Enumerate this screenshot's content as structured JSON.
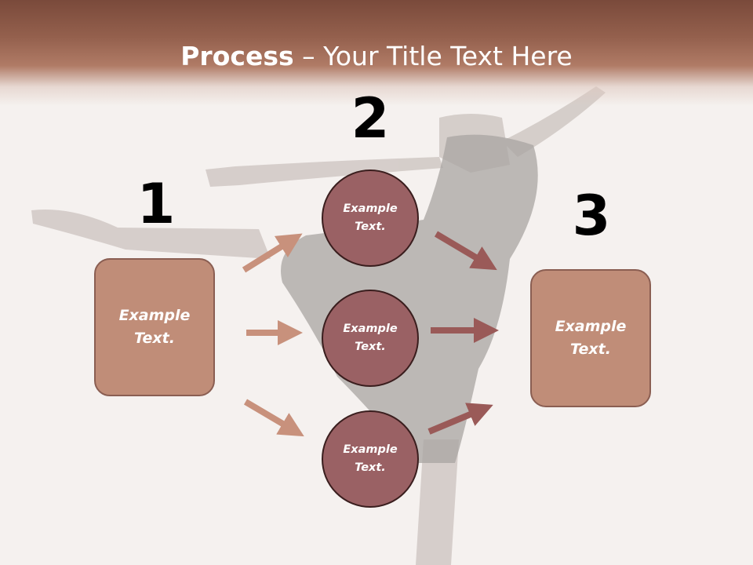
{
  "slide": {
    "title_bold": "Process",
    "title_rest": " – Your Title Text Here",
    "steps": [
      "1",
      "2",
      "3"
    ],
    "left_box_text": "Example Text.",
    "circles": [
      "Example Text.",
      "Example Text.",
      "Example Text."
    ],
    "right_box_text": "Example Text."
  },
  "colors": {
    "header": "#7a4a3b",
    "box_fill": "#c08d78",
    "circle_fill": "#9a6164",
    "arrow_light": "#c8917c",
    "arrow_dark": "#9a5a58"
  }
}
